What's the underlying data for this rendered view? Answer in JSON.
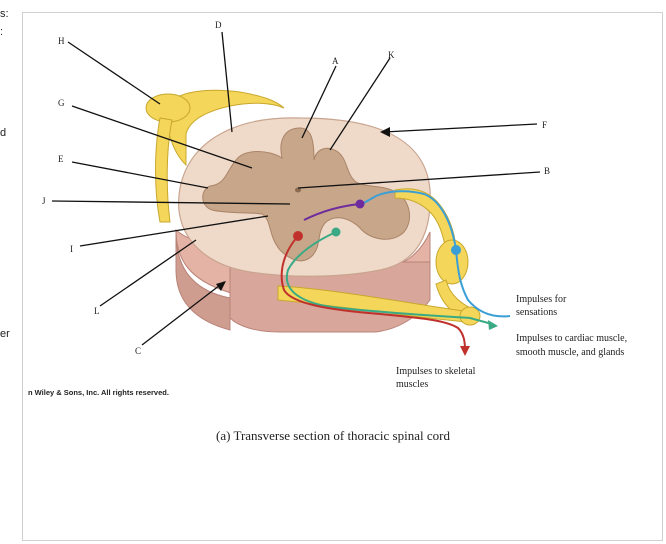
{
  "side_fragments": [
    "s:",
    ":",
    "d",
    "er"
  ],
  "labels": {
    "A": "A",
    "B": "B",
    "C": "C",
    "D": "D",
    "E": "E",
    "F": "F",
    "G": "G",
    "H": "H",
    "I": "I",
    "J": "J",
    "K": "K",
    "L": "L"
  },
  "annotations": {
    "sensations_line1": "Impulses for",
    "sensations_line2": "sensations",
    "cardiac_line1": "Impulses to cardiac muscle,",
    "cardiac_line2": "smooth muscle, and glands",
    "skeletal_line1": "Impulses to skeletal",
    "skeletal_line2": "muscles"
  },
  "copyright": "n Wiley & Sons, Inc. All rights reserved.",
  "caption": "(a) Transverse section of thoracic spinal cord",
  "colors": {
    "white_matter": "#efd9c9",
    "gray_matter": "#c8a689",
    "nerve": "#f3d65a",
    "pia_edge": "#d8a89b",
    "sensory": "#3a9fd6",
    "autonomic": "#3aaa85",
    "motor": "#c0312b",
    "interneuron": "#6d2b9e"
  }
}
